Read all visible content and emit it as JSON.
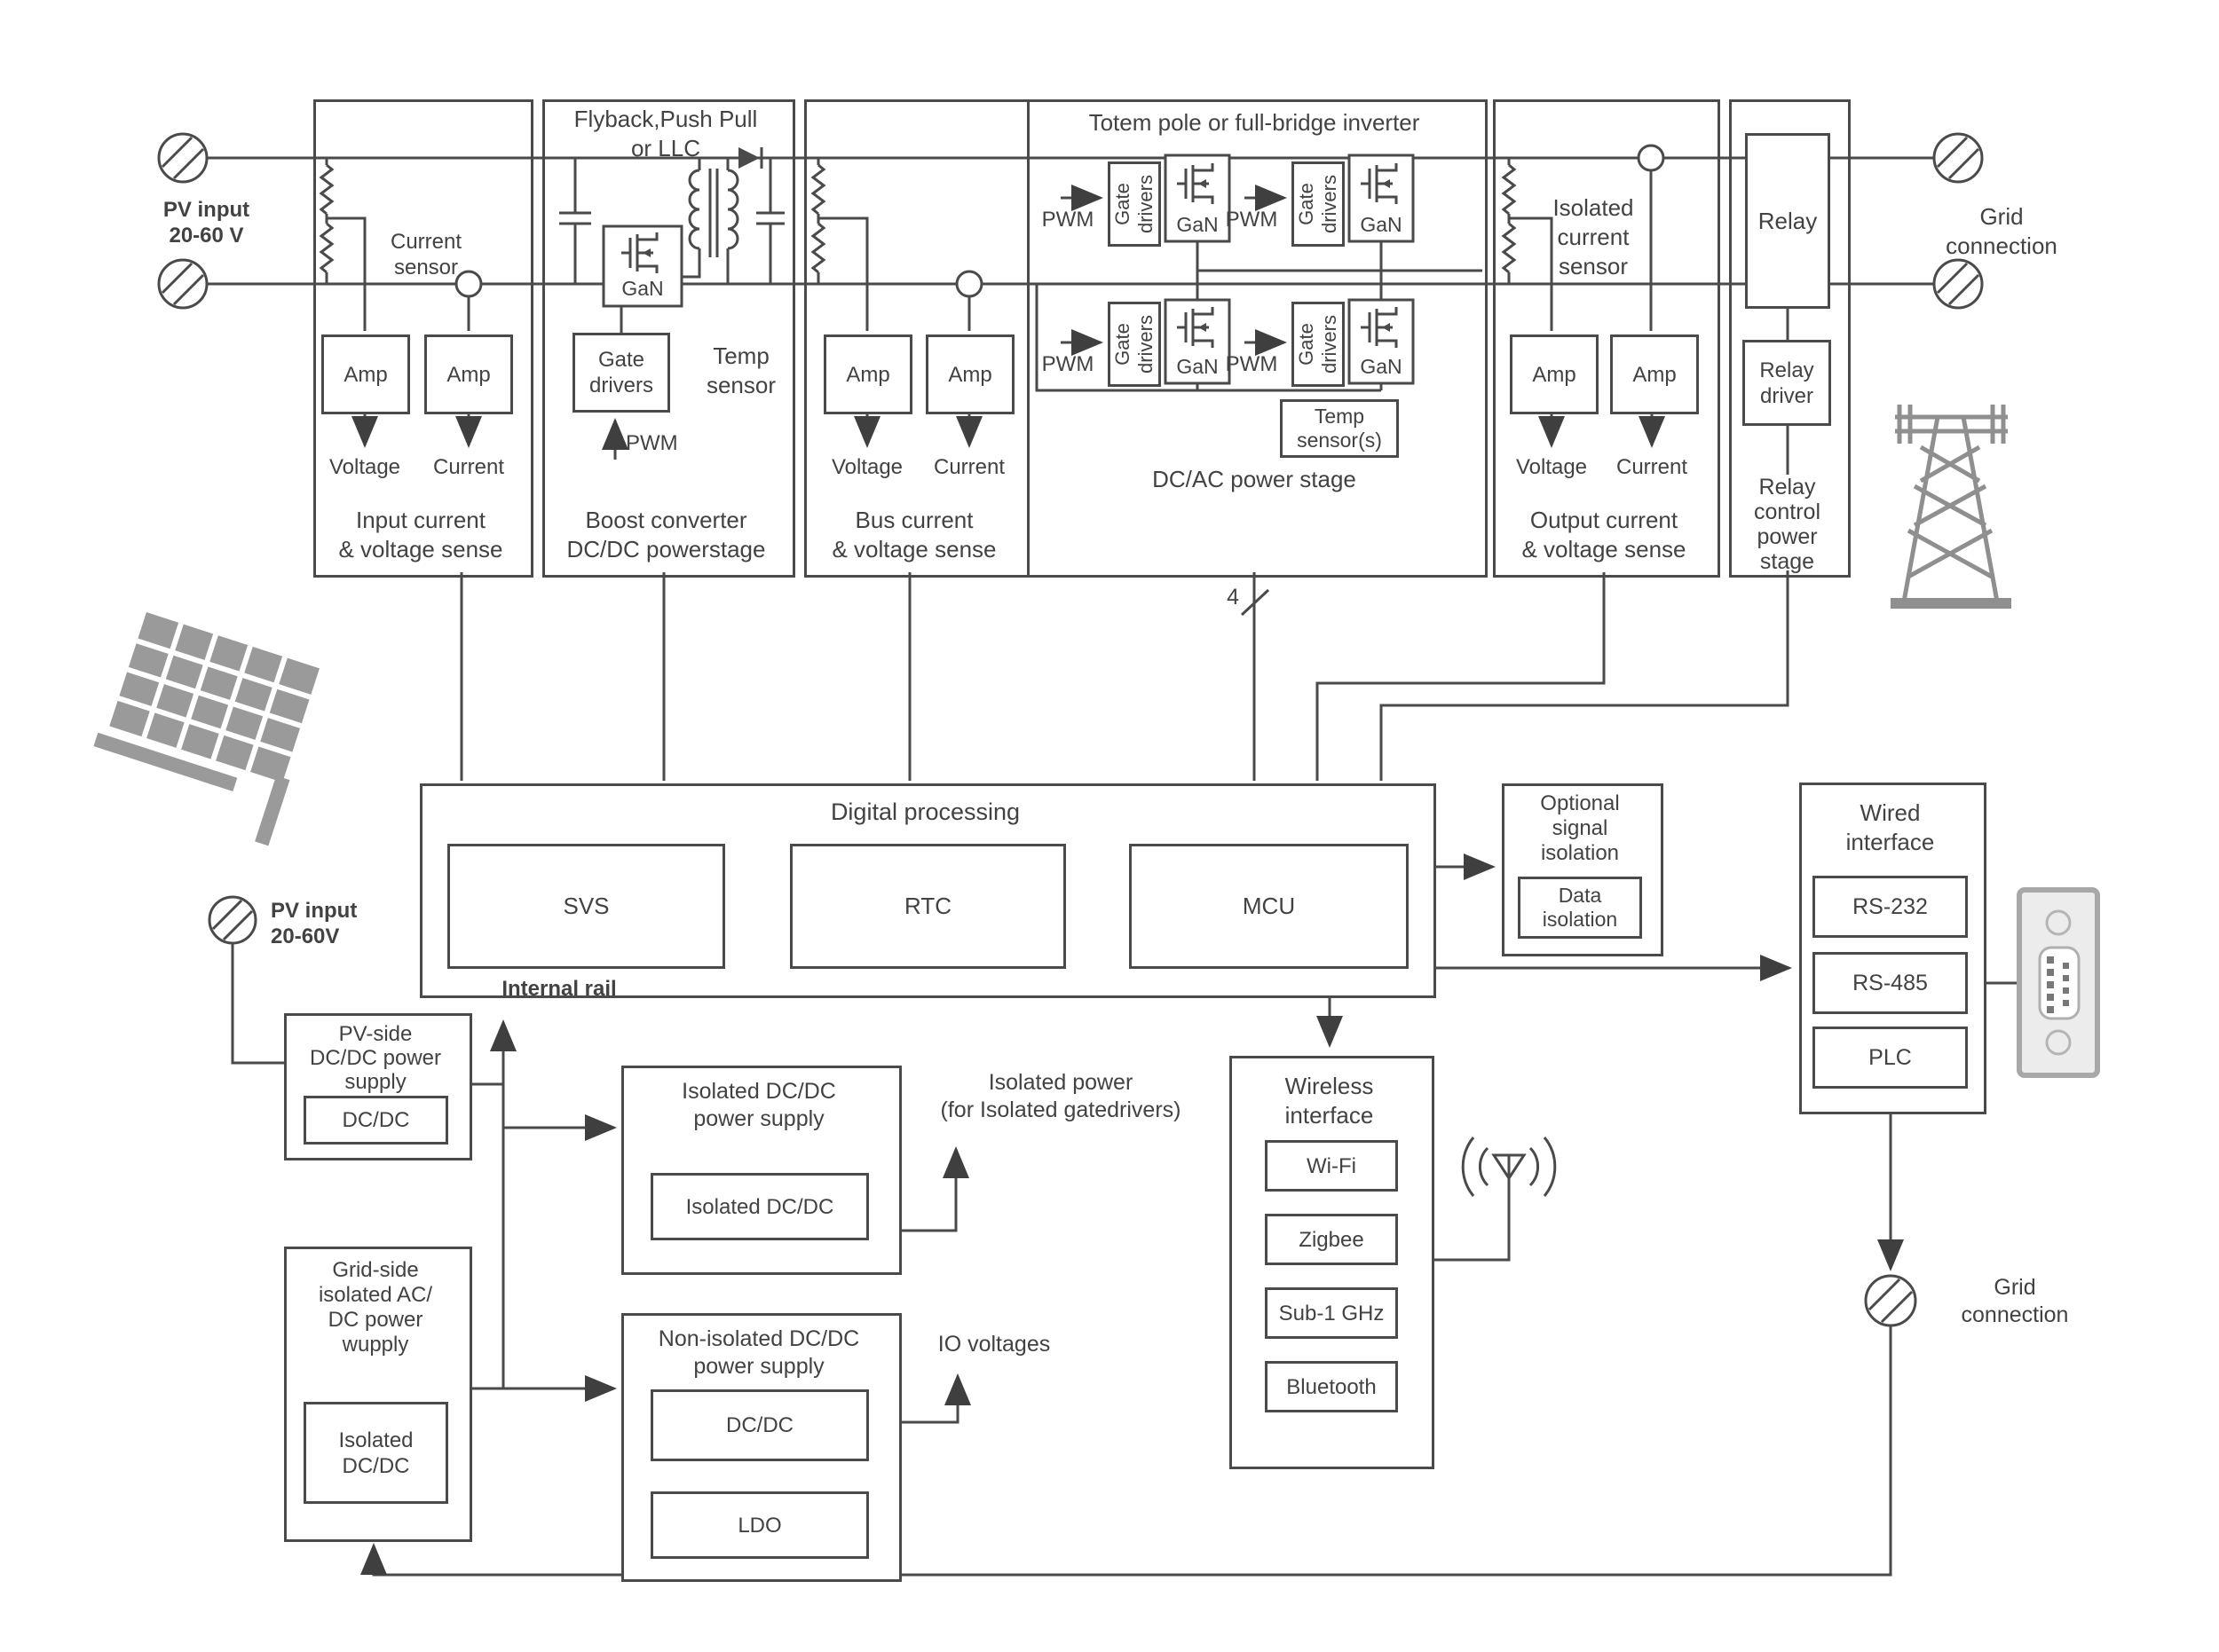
{
  "colors": {
    "line": "#4a4a4a",
    "text": "#424242",
    "icon_gray": "#8f8f8f"
  },
  "top": {
    "pv_input": "PV input\n20-60 V",
    "grid_connection": "Grid\nconnection",
    "blocks": {
      "input_sense": {
        "current_sensor": "Current\nsensor",
        "amp": "Amp",
        "voltage": "Voltage",
        "current": "Current",
        "title": "Input current\n& voltage sense"
      },
      "boost": {
        "top_title": "Flyback,Push Pull\nor LLC",
        "gate_drivers": "Gate\ndrivers",
        "gan": "GaN",
        "temp_sensor": "Temp\nsensor",
        "pwm": "PWM",
        "title": "Boost converter\nDC/DC powerstage"
      },
      "bus_sense": {
        "amp": "Amp",
        "voltage": "Voltage",
        "current": "Current",
        "title": "Bus current\n& voltage sense"
      },
      "dcac": {
        "top_title": "Totem pole or full-bridge inverter",
        "pwm": "PWM",
        "gate_drivers": "Gate\ndrivers",
        "gan": "GaN",
        "temp_sensor": "Temp\nsensor(s)",
        "bus_width": "4",
        "title": "DC/AC power stage"
      },
      "output_sense": {
        "sensor": "Isolated\ncurrent\nsensor",
        "amp": "Amp",
        "voltage": "Voltage",
        "current": "Current",
        "title": "Output current\n& voltage sense"
      },
      "relay": {
        "relay": "Relay",
        "relay_driver": "Relay\ndriver",
        "title": "Relay\ncontrol\npower\nstage"
      }
    }
  },
  "digital": {
    "title": "Digital processing",
    "svs": "SVS",
    "rtc": "RTC",
    "mcu": "MCU"
  },
  "isolation": {
    "title": "Optional\nsignal\nisolation",
    "inner": "Data\nisolation"
  },
  "wired": {
    "title": "Wired\ninterface",
    "rs232": "RS-232",
    "rs485": "RS-485",
    "plc": "PLC"
  },
  "wireless": {
    "title": "Wireless\ninterface",
    "wifi": "Wi-Fi",
    "zigbee": "Zigbee",
    "sub1ghz": "Sub-1 GHz",
    "bluetooth": "Bluetooth"
  },
  "power": {
    "pv_input": "PV input\n20-60V",
    "internal_rail": "Internal rail",
    "pv_side": {
      "title": "PV-side\nDC/DC power\nsupply",
      "inner": "DC/DC"
    },
    "grid_side": {
      "title": "Grid-side\nisolated AC/\nDC power\nwupply",
      "inner": "Isolated\nDC/DC"
    },
    "isolated": {
      "title": "Isolated DC/DC\npower supply",
      "inner": "Isolated DC/DC"
    },
    "non_isolated": {
      "title": "Non-isolated DC/DC\npower supply",
      "dcdc": "DC/DC",
      "ldo": "LDO"
    },
    "isolated_power_note": "Isolated power\n(for Isolated gatedrivers)",
    "io_voltages": "IO voltages"
  },
  "grid_bottom": "Grid\nconnection"
}
